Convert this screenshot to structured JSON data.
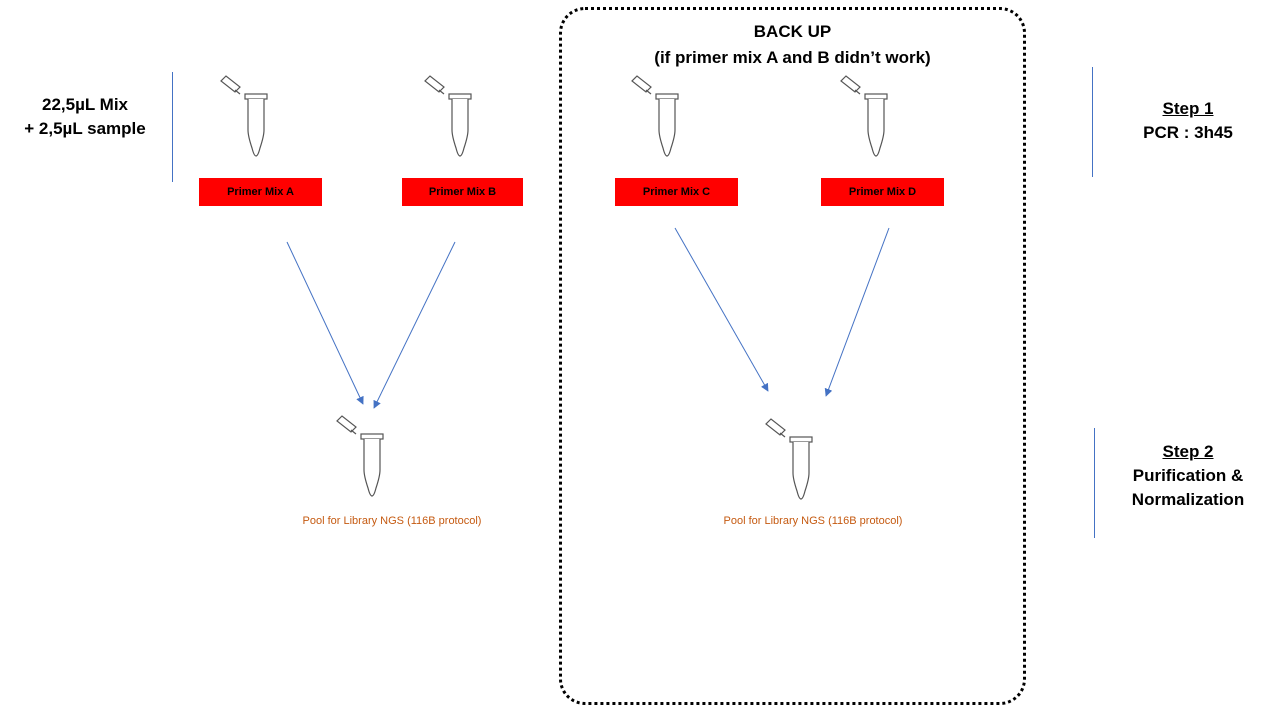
{
  "left_label": {
    "line1": "22,5µL Mix",
    "line2": "+ 2,5µL sample"
  },
  "backup": {
    "title": "BACK UP",
    "subtitle": "(if primer mix A and B didn’t work)"
  },
  "steps": [
    {
      "title": "Step 1",
      "desc1": "PCR : 3h45",
      "desc2": ""
    },
    {
      "title": "Step 2",
      "desc1": "Purification &",
      "desc2": "Normalization"
    }
  ],
  "primers": [
    "Primer Mix A",
    "Primer Mix B",
    "Primer Mix C",
    "Primer Mix D"
  ],
  "pools": [
    "Pool for Library NGS (116B protocol)",
    "Pool for Library NGS (116B protocol)"
  ],
  "icons": [
    "tube-icon"
  ],
  "colors": {
    "primer_bg": "#ff0000",
    "arrow": "#4472c4",
    "pool_text": "#c55a11",
    "divider": "#4472c4"
  }
}
